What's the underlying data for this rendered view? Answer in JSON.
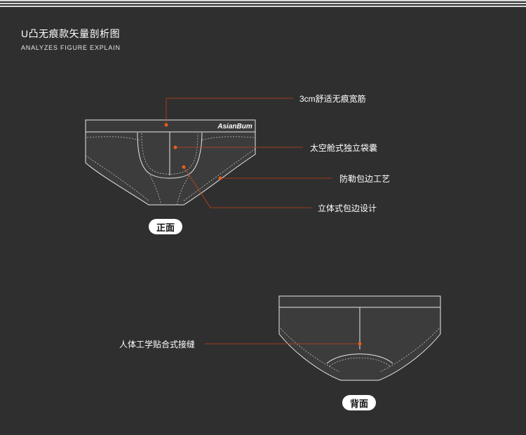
{
  "header": {
    "title_cn": "U凸无痕款矢量剖析图",
    "title_en": "ANALYZES FIGURE EXPLAIN"
  },
  "front_view": {
    "waistband_logo": "AsianBum",
    "badge_label": "正面",
    "callouts": [
      {
        "label": "3cm舒适无痕宽筋"
      },
      {
        "label": "太空舱式独立袋囊"
      },
      {
        "label": "防勒包边工艺"
      },
      {
        "label": "立体式包边设计"
      }
    ]
  },
  "back_view": {
    "badge_label": "背面",
    "callouts": [
      {
        "label": "人体工学贴合式接缝"
      }
    ]
  },
  "colors": {
    "background": "#2f2f2f",
    "garment_fill": "#3c3c3c",
    "outline": "#e8e8e8",
    "stitch": "#bdbdbd",
    "callout_dot": "#e85c1e",
    "callout_line": "#c7431a"
  }
}
